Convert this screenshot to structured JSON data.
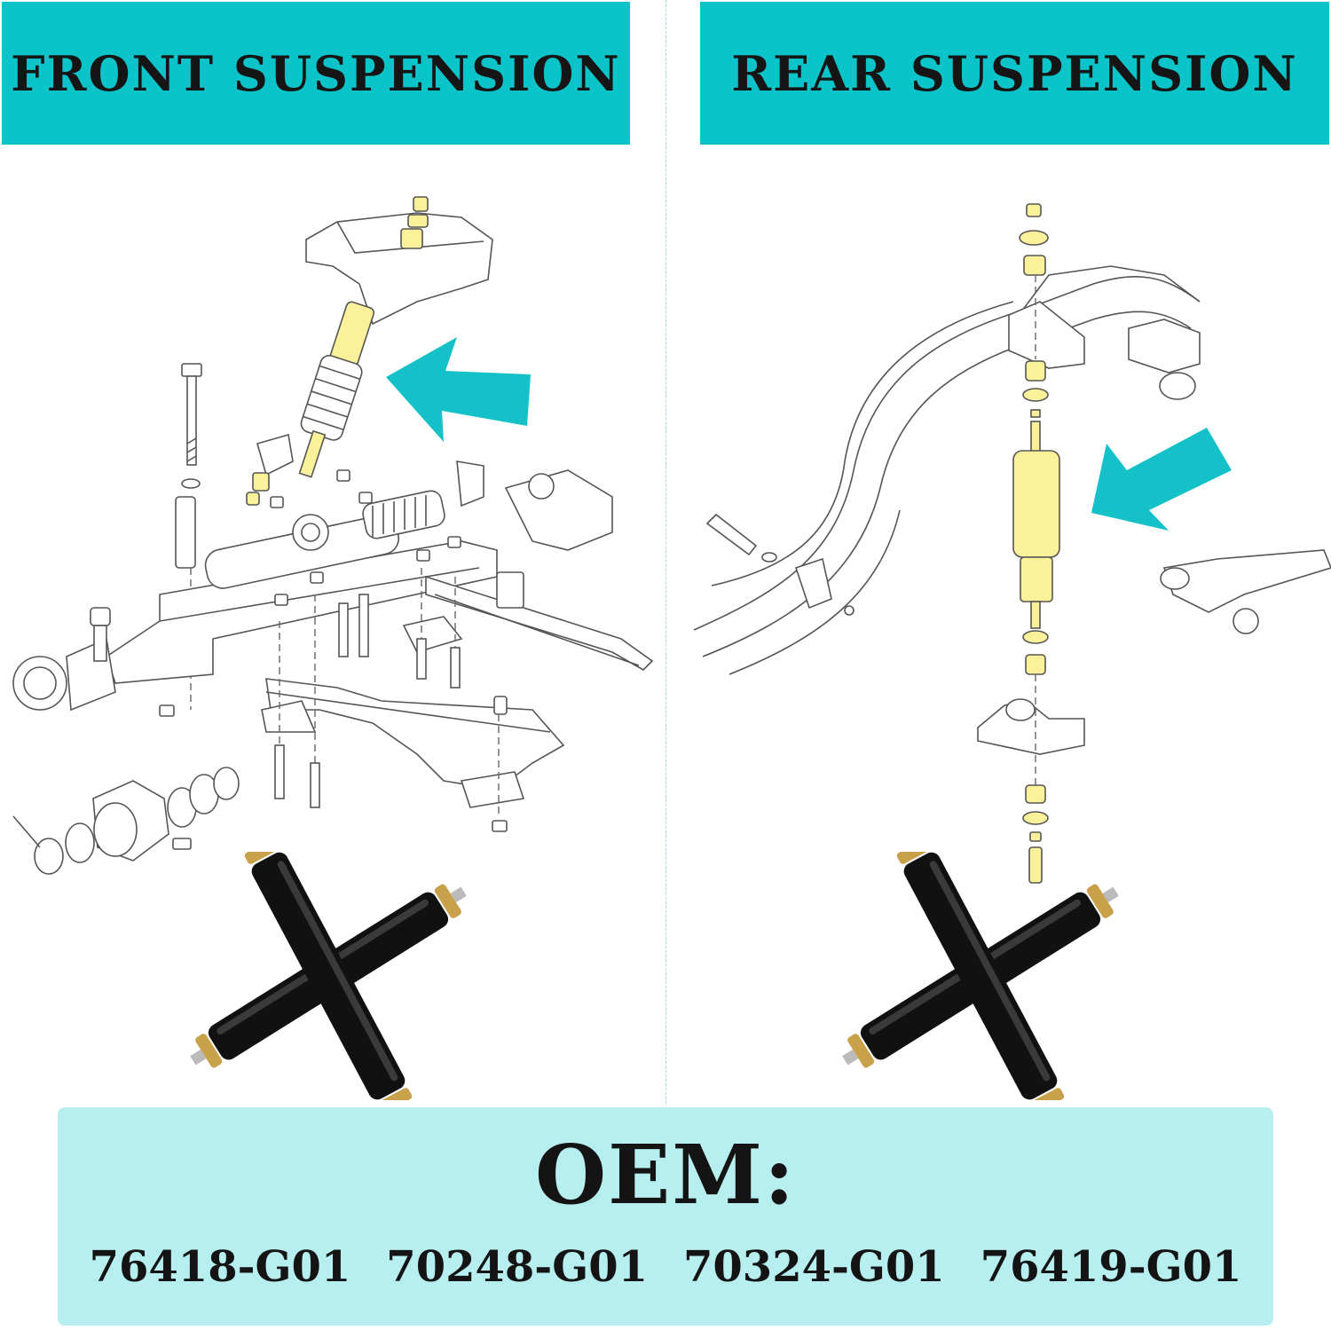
{
  "headers": {
    "front": "FRONT SUSPENSION",
    "rear": "REAR SUSPENSION"
  },
  "oem": {
    "title": "OEM:",
    "numbers": [
      "76418-G01",
      "70248-G01",
      "70324-G01",
      "76419-G01"
    ]
  },
  "colors": {
    "header_bg": "#0bc4c9",
    "arrow": "#14c1c8",
    "highlight_part": "#fbf19a",
    "oem_bg": "#b7eef0",
    "shock_body": "#111111",
    "shock_bushing": "#c9a14a"
  },
  "icons": {
    "front_arrow": "arrow-left-icon",
    "rear_arrow": "arrow-down-left-icon"
  }
}
